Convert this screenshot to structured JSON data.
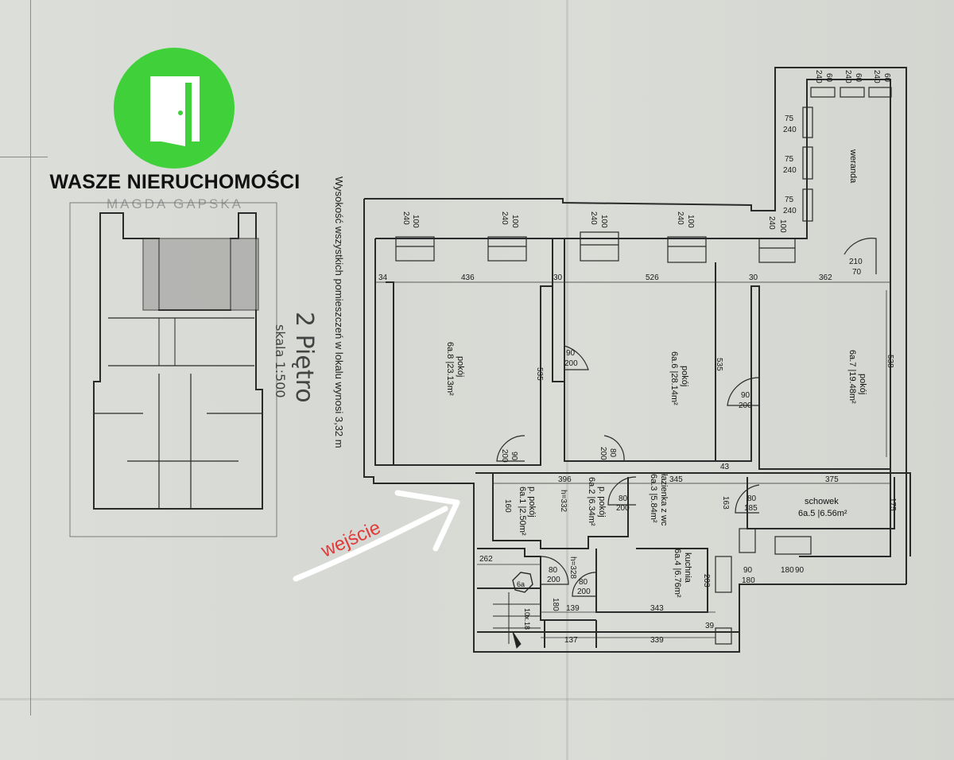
{
  "logo": {
    "brand_name": "WASZE NIERUCHOMOŚCI",
    "agent_name": "MAGDA GAPSKA",
    "icon": "door-icon",
    "brand_color": "#3fd03a"
  },
  "plan": {
    "height_note": "Wysokość wszystkich pomieszczeń w lokalu wynosi 3,32 m",
    "floor_label": "2 Piętro",
    "scale_label": "skala 1:500",
    "entrance_label": "wejście",
    "arrow_color": "#ffffff",
    "entrance_color": "#e03b3b",
    "rooms": [
      {
        "id": "6a.8",
        "name": "pokój",
        "area": "6a.8 |23.13m²"
      },
      {
        "id": "6a.6",
        "name": "pokój",
        "area": "6a.6 |28.14m²"
      },
      {
        "id": "6a.7",
        "name": "pokój",
        "area": "6a.7 |19.48m²"
      },
      {
        "id": "6a.1",
        "name": "p. pokój",
        "area": "6a.1 |2.50m²"
      },
      {
        "id": "6a.2",
        "name": "p. pokój",
        "area": "6a.2 |6.34m²"
      },
      {
        "id": "6a.3",
        "name": "łazienka z wc",
        "area": "6a.3 |5.84m²"
      },
      {
        "id": "6a.5",
        "name": "schowek",
        "area": "6a.5 |6.56m²"
      },
      {
        "id": "6a.4",
        "name": "kuchnia",
        "area": "6a.4 |6.76m²"
      },
      {
        "id": "6a.9",
        "name": "weranda",
        "area": ""
      }
    ],
    "stair_label": "10x.18",
    "unit_tag": "6a",
    "dims_top": [
      "34",
      "436",
      "30",
      "526",
      "30",
      "362"
    ],
    "dims_mid": [
      "396",
      "345",
      "43",
      "375"
    ],
    "dims_low": [
      "262",
      "139",
      "343",
      "39",
      "137",
      "339"
    ],
    "dims_vertical": [
      "535",
      "535",
      "538",
      "160",
      "163",
      "175",
      "203",
      "180"
    ],
    "heights": [
      "h=332",
      "h=328"
    ],
    "windows": [
      {
        "w": "100",
        "h": "240"
      },
      {
        "w": "100",
        "h": "240"
      },
      {
        "w": "100",
        "h": "240"
      },
      {
        "w": "100",
        "h": "240"
      },
      {
        "w": "100",
        "h": "240"
      },
      {
        "w": "60",
        "h": "240"
      },
      {
        "w": "60",
        "h": "240"
      },
      {
        "w": "60",
        "h": "240"
      }
    ],
    "veranda_windows": [
      {
        "w": "75",
        "h": "240"
      },
      {
        "w": "75",
        "h": "240"
      },
      {
        "w": "75",
        "h": "240"
      }
    ],
    "doors": [
      {
        "w": "90",
        "h": "200"
      },
      {
        "w": "90",
        "h": "200"
      },
      {
        "w": "90",
        "h": "200"
      },
      {
        "w": "80",
        "h": "200"
      },
      {
        "w": "80",
        "h": "200"
      },
      {
        "w": "80",
        "h": "185"
      },
      {
        "w": "80",
        "h": "200"
      },
      {
        "w": "80",
        "h": "200"
      },
      {
        "w": "90",
        "h": "180"
      },
      {
        "w": "180",
        "h": "90"
      },
      {
        "w": "210",
        "h": "70"
      }
    ]
  }
}
